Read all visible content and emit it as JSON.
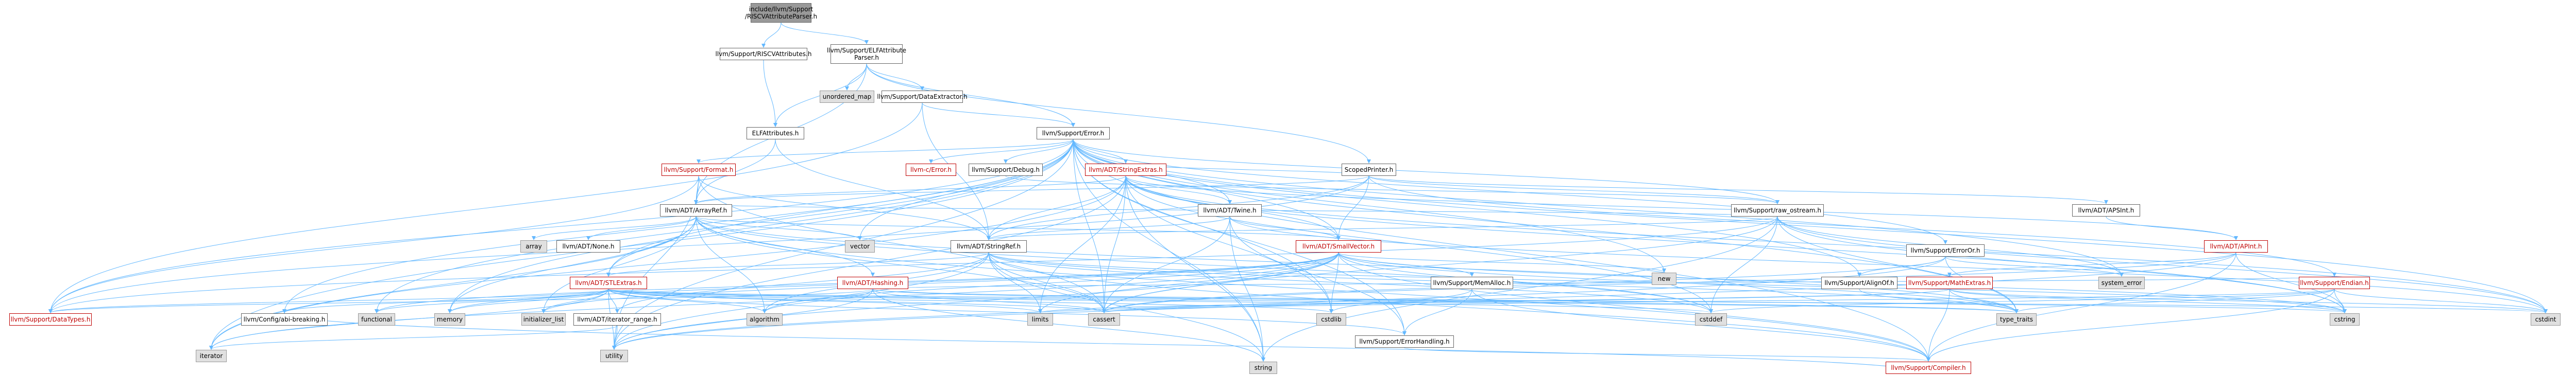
{
  "graph": {
    "edge_color": "#63b8ff",
    "node_border": "#666666",
    "system_fill": "#e0e0e0",
    "root_fill": "#999999",
    "missing_color": "#bf0000",
    "root": {
      "line1": "include/llvm/Support",
      "line2": "/RISCVAttributeParser.h"
    },
    "nodes": {
      "riscv_attr": "llvm/Support/RISCVAttributes.h",
      "elf_parser_1": "llvm/Support/ELFAttribute",
      "elf_parser_2": "Parser.h",
      "unordered_map": "unordered_map",
      "data_extractor": "llvm/Support/DataExtractor.h",
      "elf_attrs": "ELFAttributes.h",
      "error": "llvm/Support/Error.h",
      "format": "llvm/Support/Format.h",
      "c_error": "llvm-c/Error.h",
      "debug": "llvm/Support/Debug.h",
      "string_extras": "llvm/ADT/StringExtras.h",
      "scoped_printer": "ScopedPrinter.h",
      "array_ref": "llvm/ADT/ArrayRef.h",
      "twine": "llvm/ADT/Twine.h",
      "raw_ostream": "llvm/Support/raw_ostream.h",
      "apsint": "llvm/ADT/APSInt.h",
      "array": "array",
      "none": "llvm/ADT/None.h",
      "vector": "vector",
      "string_ref": "llvm/ADT/StringRef.h",
      "small_vector": "llvm/ADT/SmallVector.h",
      "error_or": "llvm/Support/ErrorOr.h",
      "apint": "llvm/ADT/APInt.h",
      "stl_extras": "llvm/ADT/STLExtras.h",
      "hashing": "llvm/ADT/Hashing.h",
      "mem_alloc": "llvm/Support/MemAlloc.h",
      "new": "new",
      "align_of": "llvm/Support/AlignOf.h",
      "math_extras": "llvm/Support/MathExtras.h",
      "system_error": "system_error",
      "endian": "llvm/Support/Endian.h",
      "data_types": "llvm/Support/DataTypes.h",
      "config_abi": "llvm/Config/abi-breaking.h",
      "functional": "functional",
      "memory": "memory",
      "initializer_list": "initializer_list",
      "iterator_range": "llvm/ADT/iterator_range.h",
      "algorithm": "algorithm",
      "limits": "limits",
      "cassert": "cassert",
      "cstdlib": "cstdlib",
      "error_handling": "llvm/Support/ErrorHandling.h",
      "cstddef": "cstddef",
      "type_traits": "type_traits",
      "cstring": "cstring",
      "cstdint": "cstdint",
      "iterator": "iterator",
      "utility": "utility",
      "string": "string",
      "compiler": "llvm/Support/Compiler.h"
    },
    "connections": [
      [
        "root",
        "riscv_attr"
      ],
      [
        "root",
        "elf_parser"
      ],
      [
        "riscv_attr",
        "elf_attrs"
      ],
      [
        "elf_parser",
        "unordered_map"
      ],
      [
        "elf_parser",
        "data_extractor"
      ],
      [
        "elf_parser",
        "elf_attrs"
      ],
      [
        "elf_parser",
        "error"
      ],
      [
        "elf_parser",
        "array_ref"
      ],
      [
        "elf_parser",
        "scoped_printer"
      ],
      [
        "data_extractor",
        "error"
      ],
      [
        "data_extractor",
        "data_types"
      ],
      [
        "data_extractor",
        "string_ref"
      ],
      [
        "elf_attrs",
        "string_ref"
      ],
      [
        "elf_attrs",
        "array_ref"
      ],
      [
        "error",
        "format"
      ],
      [
        "error",
        "c_error"
      ],
      [
        "error",
        "debug"
      ],
      [
        "error",
        "string_extras"
      ],
      [
        "error",
        "twine"
      ],
      [
        "error",
        "small_vector"
      ],
      [
        "error",
        "raw_ostream"
      ],
      [
        "error",
        "error_or"
      ],
      [
        "error",
        "config_abi"
      ],
      [
        "error",
        "functional"
      ],
      [
        "error",
        "memory"
      ],
      [
        "error",
        "new"
      ],
      [
        "error",
        "cassert"
      ],
      [
        "error",
        "cstdint"
      ],
      [
        "error",
        "cstdlib"
      ],
      [
        "error",
        "string"
      ],
      [
        "error",
        "system_error"
      ],
      [
        "error",
        "type_traits"
      ],
      [
        "error",
        "utility"
      ],
      [
        "error",
        "vector"
      ],
      [
        "error",
        "stl_extras"
      ],
      [
        "error",
        "compiler"
      ],
      [
        "error",
        "align_of"
      ],
      [
        "error",
        "error_handling"
      ],
      [
        "error",
        "data_types"
      ],
      [
        "error",
        "iterator"
      ],
      [
        "scoped_printer",
        "apsint"
      ],
      [
        "scoped_printer",
        "array_ref"
      ],
      [
        "scoped_printer",
        "string_ref"
      ],
      [
        "scoped_printer",
        "small_vector"
      ],
      [
        "scoped_printer",
        "string_extras"
      ],
      [
        "scoped_printer",
        "endian"
      ],
      [
        "scoped_printer",
        "data_types"
      ],
      [
        "scoped_printer",
        "raw_ostream"
      ],
      [
        "format",
        "array_ref"
      ],
      [
        "format",
        "string_ref"
      ],
      [
        "format",
        "data_types"
      ],
      [
        "format",
        "cassert"
      ],
      [
        "format",
        "cstdio"
      ],
      [
        "format",
        "tuple"
      ],
      [
        "format",
        "utility"
      ],
      [
        "debug",
        "raw_ostream"
      ],
      [
        "string_extras",
        "apint"
      ],
      [
        "string_extras",
        "array_ref"
      ],
      [
        "string_extras",
        "small_vector"
      ],
      [
        "string_extras",
        "string_ref"
      ],
      [
        "string_extras",
        "twine"
      ],
      [
        "string_extras",
        "cassert"
      ],
      [
        "string_extras",
        "cstddef"
      ],
      [
        "string_extras",
        "cstdint"
      ],
      [
        "string_extras",
        "cstdlib"
      ],
      [
        "string_extras",
        "cstring"
      ],
      [
        "string_extras",
        "iterator"
      ],
      [
        "string_extras",
        "string"
      ],
      [
        "string_extras",
        "utility"
      ],
      [
        "string_extras",
        "limits"
      ],
      [
        "array_ref",
        "array"
      ],
      [
        "array_ref",
        "none"
      ],
      [
        "array_ref",
        "small_vector"
      ],
      [
        "array_ref",
        "stl_extras"
      ],
      [
        "array_ref",
        "hashing"
      ],
      [
        "array_ref",
        "compiler"
      ],
      [
        "array_ref",
        "algorithm"
      ],
      [
        "array_ref",
        "cassert"
      ],
      [
        "array_ref",
        "cstddef"
      ],
      [
        "array_ref",
        "initializer_list"
      ],
      [
        "array_ref",
        "iterator"
      ],
      [
        "array_ref",
        "memory"
      ],
      [
        "array_ref",
        "type_traits"
      ],
      [
        "array_ref",
        "vector"
      ],
      [
        "twine",
        "small_vector"
      ],
      [
        "twine",
        "string_ref"
      ],
      [
        "twine",
        "error_handling"
      ],
      [
        "twine",
        "cassert"
      ],
      [
        "twine",
        "cstdint"
      ],
      [
        "twine",
        "string"
      ],
      [
        "raw_ostream",
        "array_ref"
      ],
      [
        "raw_ostream",
        "string_ref"
      ],
      [
        "raw_ostream",
        "data_types"
      ],
      [
        "raw_ostream",
        "cassert"
      ],
      [
        "raw_ostream",
        "cstddef"
      ],
      [
        "raw_ostream",
        "cstdint"
      ],
      [
        "raw_ostream",
        "cstring"
      ],
      [
        "raw_ostream",
        "string"
      ],
      [
        "raw_ostream",
        "system_error"
      ],
      [
        "raw_ostream",
        "type_traits"
      ],
      [
        "apsint",
        "apint"
      ],
      [
        "string_ref",
        "stl_extras"
      ],
      [
        "string_ref",
        "compiler"
      ],
      [
        "string_ref",
        "algorithm"
      ],
      [
        "string_ref",
        "cassert"
      ],
      [
        "string_ref",
        "cstddef"
      ],
      [
        "string_ref",
        "cstring"
      ],
      [
        "string_ref",
        "limits"
      ],
      [
        "string_ref",
        "string"
      ],
      [
        "string_ref",
        "type_traits"
      ],
      [
        "string_ref",
        "utility"
      ],
      [
        "string_ref",
        "iterator_range"
      ],
      [
        "small_vector",
        "mem_alloc"
      ],
      [
        "small_vector",
        "type_traits"
      ],
      [
        "small_vector",
        "compiler"
      ],
      [
        "small_vector",
        "algorithm"
      ],
      [
        "small_vector",
        "cassert"
      ],
      [
        "small_vector",
        "cstddef"
      ],
      [
        "small_vector",
        "cstdlib"
      ],
      [
        "small_vector",
        "cstring"
      ],
      [
        "small_vector",
        "functional"
      ],
      [
        "small_vector",
        "initializer_list"
      ],
      [
        "small_vector",
        "iterator"
      ],
      [
        "small_vector",
        "limits"
      ],
      [
        "small_vector",
        "memory"
      ],
      [
        "small_vector",
        "new"
      ],
      [
        "small_vector",
        "utility"
      ],
      [
        "error_or",
        "align_of"
      ],
      [
        "error_or",
        "cassert"
      ],
      [
        "error_or",
        "system_error"
      ],
      [
        "error_or",
        "type_traits"
      ],
      [
        "error_or",
        "utility"
      ],
      [
        "apint",
        "compiler"
      ],
      [
        "apint",
        "math_extras"
      ],
      [
        "apint",
        "cassert"
      ],
      [
        "apint",
        "climits"
      ],
      [
        "apint",
        "cstring"
      ],
      [
        "apint",
        "utility"
      ],
      [
        "stl_extras",
        "config_abi"
      ],
      [
        "stl_extras",
        "functional"
      ],
      [
        "stl_extras",
        "initializer_list"
      ],
      [
        "stl_extras",
        "iterator"
      ],
      [
        "stl_extras",
        "iterator_range"
      ],
      [
        "stl_extras",
        "algorithm"
      ],
      [
        "stl_extras",
        "cassert"
      ],
      [
        "stl_extras",
        "cstddef"
      ],
      [
        "stl_extras",
        "cstdint"
      ],
      [
        "stl_extras",
        "cstdlib"
      ],
      [
        "stl_extras",
        "limits"
      ],
      [
        "stl_extras",
        "memory"
      ],
      [
        "stl_extras",
        "tuple"
      ],
      [
        "stl_extras",
        "type_traits"
      ],
      [
        "stl_extras",
        "utility"
      ],
      [
        "stl_extras",
        "error_handling"
      ],
      [
        "stl_extras",
        "data_types"
      ],
      [
        "hashing",
        "type_traits"
      ],
      [
        "hashing",
        "algorithm"
      ],
      [
        "hashing",
        "cassert"
      ],
      [
        "hashing",
        "cstring"
      ],
      [
        "hashing",
        "string"
      ],
      [
        "hashing",
        "tuple"
      ],
      [
        "hashing",
        "utility"
      ],
      [
        "hashing",
        "endian"
      ],
      [
        "hashing",
        "data_types"
      ],
      [
        "mem_alloc",
        "compiler"
      ],
      [
        "mem_alloc",
        "error_handling"
      ],
      [
        "mem_alloc",
        "cstdlib"
      ],
      [
        "align_of",
        "type_traits"
      ],
      [
        "math_extras",
        "compiler"
      ],
      [
        "math_extras",
        "cassert"
      ],
      [
        "math_extras",
        "climits"
      ],
      [
        "math_extras",
        "cmath"
      ],
      [
        "math_extras",
        "cstdint"
      ],
      [
        "math_extras",
        "cstring"
      ],
      [
        "math_extras",
        "limits"
      ],
      [
        "math_extras",
        "type_traits"
      ],
      [
        "endian",
        "compiler"
      ],
      [
        "endian",
        "swap"
      ],
      [
        "endian",
        "cassert"
      ],
      [
        "endian",
        "cstddef"
      ],
      [
        "endian",
        "cstdint"
      ],
      [
        "endian",
        "cstring"
      ],
      [
        "endian",
        "type_traits"
      ],
      [
        "iterator_range",
        "utility"
      ],
      [
        "iterator_range",
        "iterator"
      ],
      [
        "error_handling",
        "compiler"
      ],
      [
        "compiler",
        "config_abi"
      ]
    ]
  }
}
